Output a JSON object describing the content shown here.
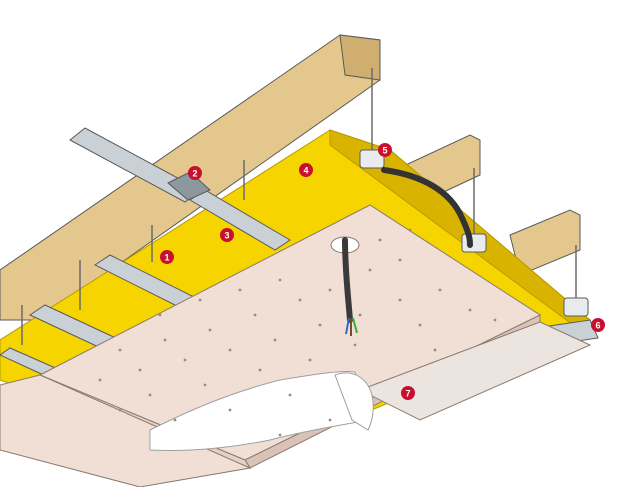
{
  "callouts": [
    {
      "label": "1",
      "part": "metal-channel"
    },
    {
      "label": "2",
      "part": "channel-connector"
    },
    {
      "label": "3",
      "part": "metal-stud"
    },
    {
      "label": "4",
      "part": "insulation"
    },
    {
      "label": "5",
      "part": "hanger-clip"
    },
    {
      "label": "6",
      "part": "perimeter-track"
    },
    {
      "label": "7",
      "part": "joint-tape"
    }
  ],
  "colors": {
    "timber": "#e3c78d",
    "timber_dark": "#b9955a",
    "insulation": "#f6d400",
    "insulation_dark": "#d8b400",
    "board": "#f1dfd6",
    "board_edge": "#d9c2b6",
    "metal": "#c9d0d6",
    "metal_dark": "#8d979f",
    "callout": "#c8102e",
    "outline": "#5a5a5a"
  }
}
